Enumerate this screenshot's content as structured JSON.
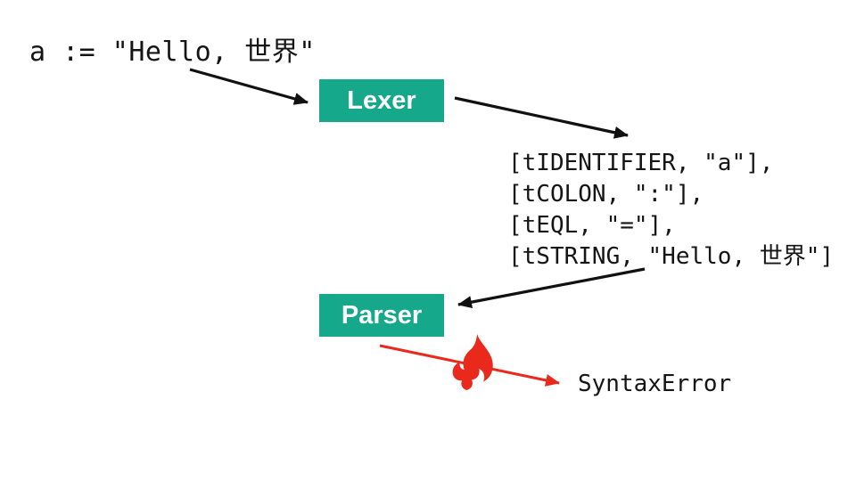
{
  "colors": {
    "background": "#ffffff",
    "box_teal": "#15a88a",
    "arrow_black": "#111111",
    "arrow_red": "#e8291c",
    "text_ink": "#151515",
    "box_label_white": "#ffffff"
  },
  "source_code": {
    "text": "a := \"Hello, 世界\""
  },
  "lexer_box": {
    "label": "Lexer"
  },
  "token_list": {
    "lines": [
      "[tIDENTIFIER, \"a\"],",
      "[tCOLON, \":\"],",
      "[tEQL, \"=\"],",
      "[tSTRING, \"Hello, 世界\"]"
    ]
  },
  "parser_box": {
    "label": "Parser"
  },
  "error_output": {
    "label": "SyntaxError"
  },
  "icons": {
    "fire": "flame"
  }
}
